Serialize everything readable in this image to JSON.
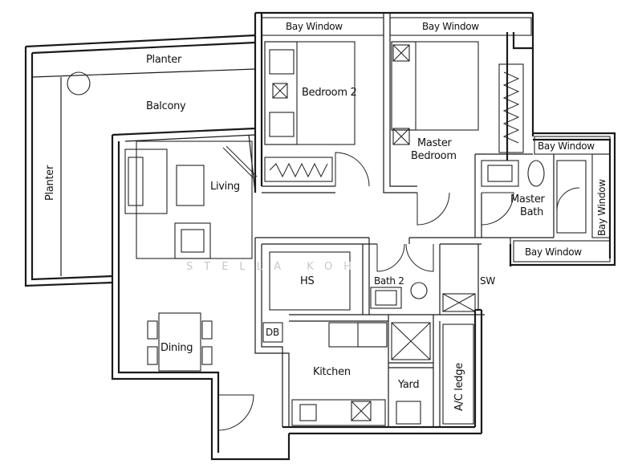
{
  "floorplan": {
    "rooms": {
      "planter_top": "Planter",
      "balcony": "Balcony",
      "planter_left": "Planter",
      "bedroom2": "Bedroom 2",
      "bay_window_bed2": "Bay Window",
      "bay_window_master": "Bay Window",
      "master_bedroom_line1": "Master",
      "master_bedroom_line2": "Bedroom",
      "bay_window_right_top": "Bay Window",
      "bay_window_right_side": "Bay Window",
      "bay_window_right_bottom": "Bay Window",
      "master_bath_line1": "Master",
      "master_bath_line2": "Bath",
      "living": "Living",
      "hs": "HS",
      "bath2": "Bath 2",
      "sw": "SW",
      "db": "DB",
      "dining": "Dining",
      "kitchen": "Kitchen",
      "yard": "Yard",
      "ac_ledge": "A/C ledge"
    },
    "watermark": "STELLA KOH"
  }
}
